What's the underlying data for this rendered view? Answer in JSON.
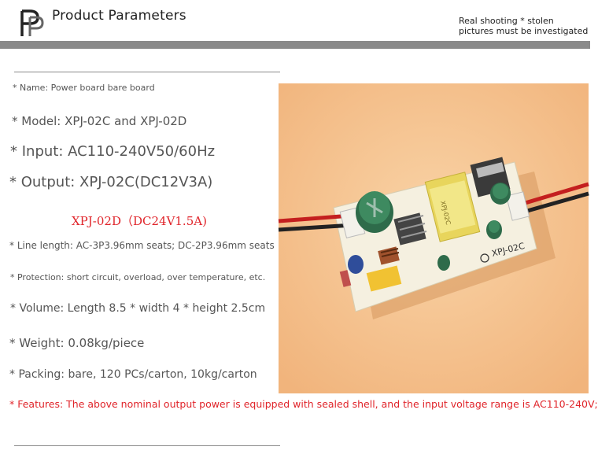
{
  "header": {
    "logo_text": "P",
    "title": "Product Parameters",
    "notice": "Real shooting * stolen pictures must be investigated"
  },
  "specs": {
    "name": "* Name: Power board bare board",
    "model": "* Model: XPJ-02C and XPJ-02D",
    "input": "* Input: AC110-240V50/60Hz",
    "output": "* Output: XPJ-02C(DC12V3A)",
    "output_alt": "XPJ-02D（DC24V1.5A)",
    "line_length": "* Line length: AC-3P3.96mm seats; DC-2P3.96mm seats",
    "protection": "* Protection: short circuit, overload, over temperature, etc.",
    "volume": "* Volume: Length 8.5 * width 4 * height 2.5cm",
    "weight": "* Weight: 0.08kg/piece",
    "packing": "* Packing: bare, 120 PCs/carton, 10kg/carton",
    "features": "* Features: The above nominal output power is equipped with sealed shell, and the input voltage range is AC110-240V;"
  },
  "photo": {
    "board_label": "XPJ-02C",
    "transformer_label": "XPJ-02C",
    "background_color": "#f6c490",
    "board_color": "#f5f0e0"
  },
  "colors": {
    "accent_red": "#e0242a",
    "header_bar": "#8a8a8a",
    "text": "#555555"
  }
}
